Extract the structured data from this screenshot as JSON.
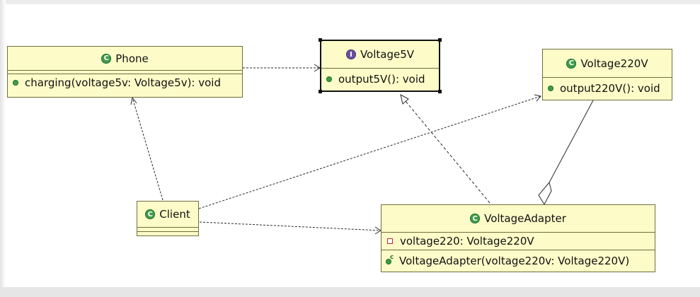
{
  "diagram": {
    "classes": {
      "phone": {
        "name": "Phone",
        "stereotype_icon": "class-icon",
        "attributes": [],
        "methods": [
          "charging(voltage5v: Voltage5v): void"
        ]
      },
      "voltage5v": {
        "name": "Voltage5V",
        "stereotype_icon": "interface-icon",
        "selected": true,
        "methods": [
          "output5V(): void"
        ]
      },
      "voltage220v": {
        "name": "Voltage220V",
        "stereotype_icon": "class-icon",
        "methods": [
          "output220V(): void"
        ]
      },
      "client": {
        "name": "Client",
        "stereotype_icon": "class-icon",
        "attributes": [],
        "methods": []
      },
      "adapter": {
        "name": "VoltageAdapter",
        "stereotype_icon": "class-icon",
        "attributes": [
          "voltage220: Voltage220V"
        ],
        "methods": [
          "VoltageAdapter(voltage220v: Voltage220V)"
        ]
      }
    },
    "relations": [
      {
        "from": "phone",
        "to": "voltage5v",
        "type": "dependency"
      },
      {
        "from": "client",
        "to": "phone",
        "type": "dependency"
      },
      {
        "from": "client",
        "to": "voltage220v",
        "type": "dependency"
      },
      {
        "from": "client",
        "to": "adapter",
        "type": "dependency"
      },
      {
        "from": "adapter",
        "to": "voltage5v",
        "type": "realization"
      },
      {
        "from": "voltage220v",
        "to": "adapter",
        "type": "aggregation"
      }
    ],
    "colors": {
      "class_fill": "#fdfcc8",
      "class_border": "#6f6f3b",
      "class_icon": "#3f9b4a",
      "interface_icon": "#6b4fa0",
      "private_marker": "#c1272d",
      "line": "#2a2a2a"
    }
  }
}
